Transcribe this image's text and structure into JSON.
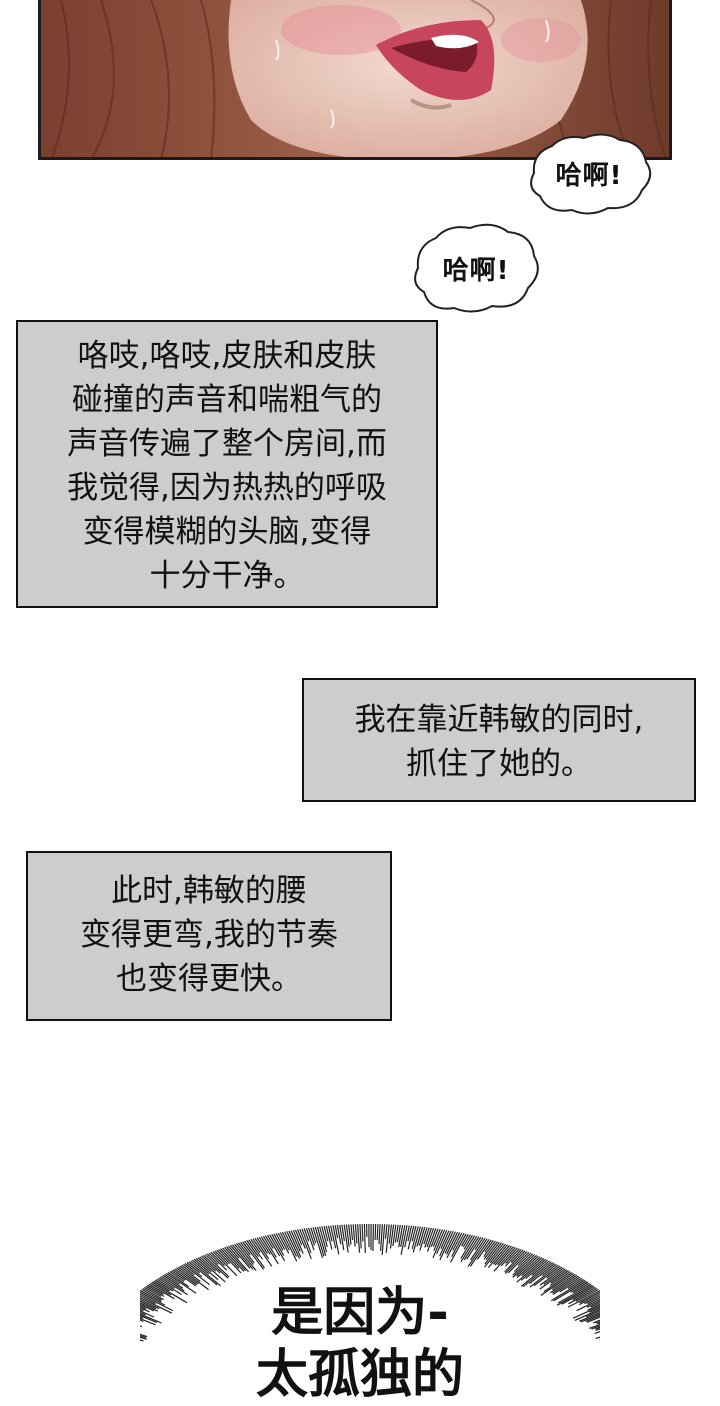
{
  "sfx": [
    "哈啊!",
    "哈啊!"
  ],
  "captions": [
    "咯吱,咯吱,皮肤和皮肤\n碰撞的声音和喘粗气的\n声音传遍了整个房间,而\n我觉得,因为热热的呼吸\n变得模糊的头脑,变得\n十分干净。",
    "我在靠近韩敏的同时,\n抓住了她的。",
    "此时,韩敏的腰\n变得更弯,我的节奏\n也变得更快。"
  ],
  "burst_text": "是因为-\n太孤独的",
  "colors": {
    "caption_bg": "#cdcdcd",
    "skin": "#e7c7b9",
    "hair": "#8a4e3a",
    "lips": "#c8465c"
  }
}
